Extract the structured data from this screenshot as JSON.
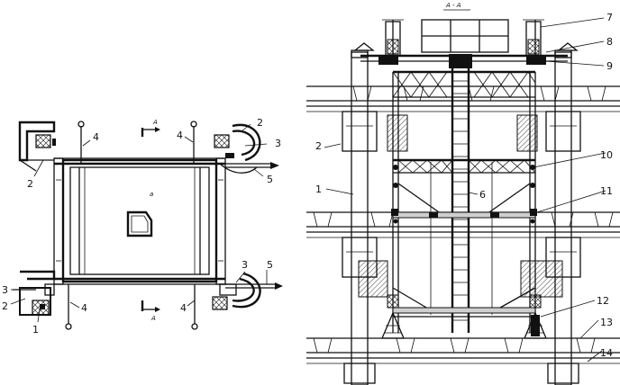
{
  "plan_view": {
    "labels": {
      "n1": "1",
      "n2_top": "2",
      "n2_topleft": "2",
      "n2_botleft": "2",
      "n3_top": "3",
      "n3_bot": "3",
      "n3_botleft": "3",
      "n4_a": "4",
      "n4_b": "4",
      "n4_c": "4",
      "n4_d": "4",
      "n5_top": "5",
      "n5_bot": "5",
      "a": "a"
    },
    "section_marks": {
      "top": "A",
      "bottom": "A"
    }
  },
  "section_view": {
    "title": "A - A",
    "labels": {
      "n1": "1",
      "n2": "2",
      "n6": "6",
      "n7": "7",
      "n8": "8",
      "n9": "9",
      "n10": "10",
      "n11": "11",
      "n12": "12",
      "n13": "13",
      "n14": "14"
    }
  }
}
